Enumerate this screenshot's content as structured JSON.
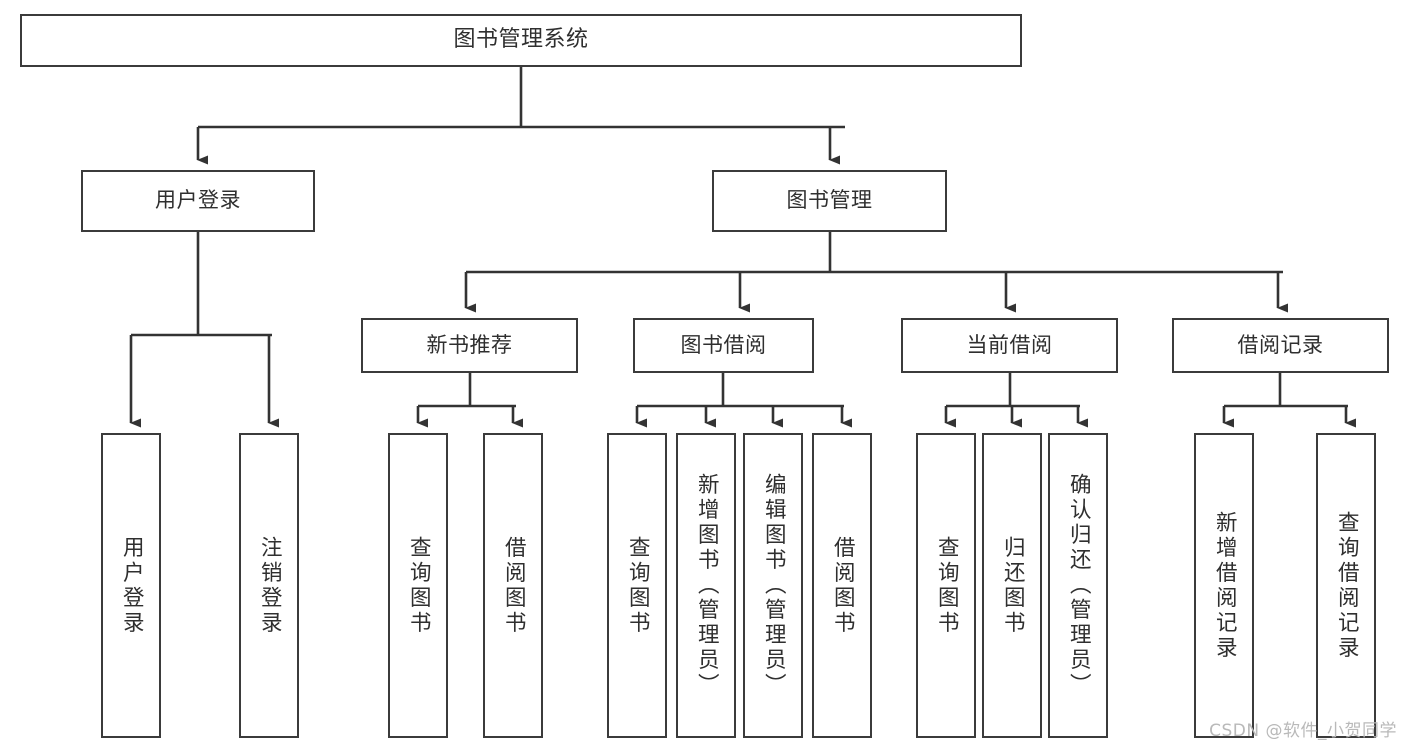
{
  "diagram": {
    "title": "图书管理系统",
    "watermark": "CSDN @软件_小贺同学",
    "colors": {
      "stroke": "#3b3b3b",
      "text": "#2f2f2f",
      "background": "#ffffff",
      "watermark": "#b9b9b9"
    },
    "nodes": {
      "root": {
        "label": "图书管理系统"
      },
      "level2": [
        {
          "label": "用户登录"
        },
        {
          "label": "图书管理"
        }
      ],
      "level3": [
        {
          "label": "新书推荐"
        },
        {
          "label": "图书借阅"
        },
        {
          "label": "当前借阅"
        },
        {
          "label": "借阅记录"
        }
      ],
      "leaves": [
        {
          "label": "用户登录",
          "parent": "用户登录"
        },
        {
          "label": "注销登录",
          "parent": "用户登录"
        },
        {
          "label": "查询图书",
          "parent": "新书推荐"
        },
        {
          "label": "借阅图书",
          "parent": "新书推荐"
        },
        {
          "label": "查询图书",
          "parent": "图书借阅"
        },
        {
          "label": "新增图书（管理员）",
          "parent": "图书借阅"
        },
        {
          "label": "编辑图书（管理员）",
          "parent": "图书借阅"
        },
        {
          "label": "借阅图书",
          "parent": "图书借阅"
        },
        {
          "label": "查询图书",
          "parent": "当前借阅"
        },
        {
          "label": "归还图书",
          "parent": "当前借阅"
        },
        {
          "label": "确认归还（管理员）",
          "parent": "当前借阅"
        },
        {
          "label": "新增借阅记录",
          "parent": "借阅记录"
        },
        {
          "label": "查询借阅记录",
          "parent": "借阅记录"
        }
      ]
    }
  }
}
